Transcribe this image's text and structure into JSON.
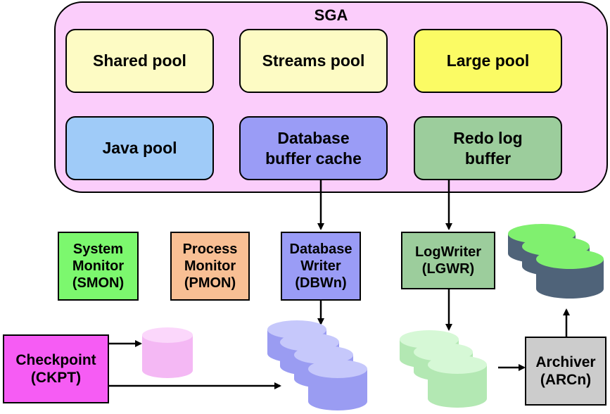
{
  "sga": {
    "title": "SGA",
    "pools": {
      "shared": "Shared pool",
      "streams": "Streams pool",
      "large": "Large pool",
      "java": "Java pool",
      "db_buffer": "Database\nbuffer cache",
      "redo_log": "Redo log\nbuffer"
    }
  },
  "processes": {
    "smon": "System\nMonitor\n(SMON)",
    "pmon": "Process\nMonitor\n(PMON)",
    "dbwn": "Database\nWriter\n(DBWn)",
    "lgwr": "LogWriter\n(LGWR)",
    "ckpt": "Checkpoint\n(CKPT)",
    "arcn": "Archiver\n(ARCn)"
  },
  "colors": {
    "sga": "#fbcdfb",
    "shared_pool": "#fdfbc4",
    "streams_pool": "#fdfbc4",
    "large_pool": "#fbfb64",
    "java_pool": "#9fcbf8",
    "db_buffer": "#9a9cf6",
    "redo_log": "#9ccd9c",
    "smon": "#7cf86e",
    "pmon": "#f8bf94",
    "dbwn": "#9a9cf6",
    "lgwr": "#9ccd9c",
    "ckpt": "#f65cf4",
    "arcn": "#cccccc",
    "control_file": "#fbcdfb",
    "data_files": "#b5b8fa",
    "redo_files": "#c5f2c5",
    "archive_files": "#80f06f",
    "archive_files_side": "#4f6379"
  }
}
